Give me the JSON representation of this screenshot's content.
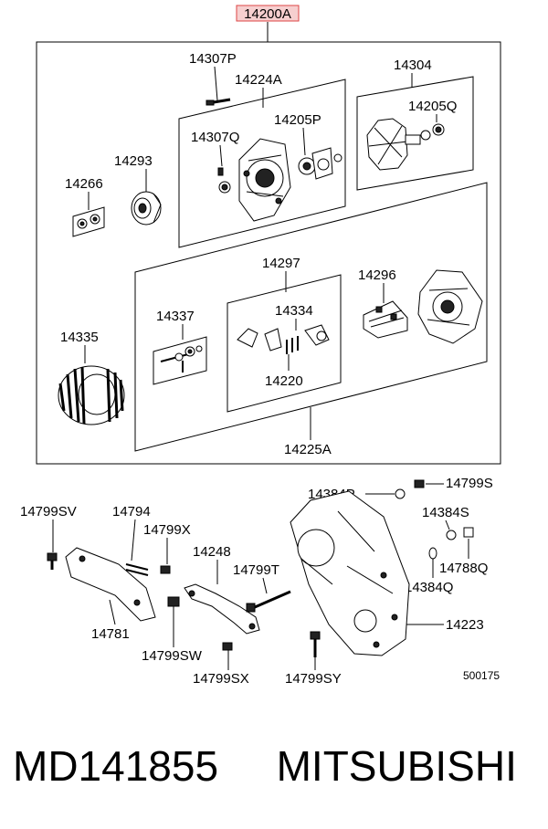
{
  "diagram": {
    "main_assembly": "14200A",
    "labels": {
      "p14307P": "14307P",
      "p14224A": "14224A",
      "p14304": "14304",
      "p14205Q": "14205Q",
      "p14307Q": "14307Q",
      "p14205P": "14205P",
      "p14293": "14293",
      "p14266": "14266",
      "p14297": "14297",
      "p14296": "14296",
      "p14337": "14337",
      "p14334": "14334",
      "p14335": "14335",
      "p14220": "14220",
      "p14225A": "14225A",
      "p14384P": "14384P",
      "p14799S": "14799S",
      "p14799SV": "14799SV",
      "p14794": "14794",
      "p14799X": "14799X",
      "p14384S": "14384S",
      "p14248": "14248",
      "p14799T": "14799T",
      "p14788Q": "14788Q",
      "p14384Q": "14384Q",
      "p14781": "14781",
      "p14223": "14223",
      "p14799SW": "14799SW",
      "p14799SX": "14799SX",
      "p14799SY": "14799SY",
      "ref": "500175"
    }
  },
  "footer": {
    "part_number": "MD141855",
    "brand": "MITSUBISHI"
  }
}
